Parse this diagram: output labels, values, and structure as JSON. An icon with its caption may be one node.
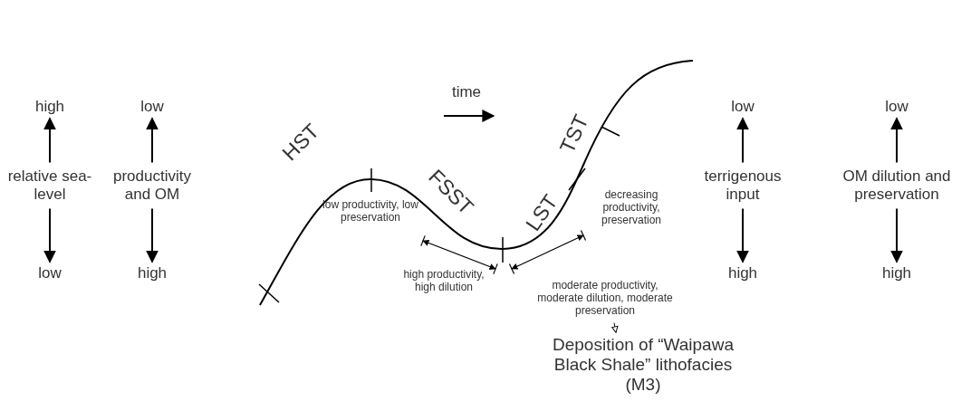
{
  "diagram": {
    "nodes": [
      {
        "text": [
          "high"
        ]
      },
      {
        "text": [
          "relative sea-level"
        ]
      },
      {
        "text": [
          "low"
        ]
      },
      {
        "text": [
          "low"
        ]
      },
      {
        "text": [
          "productivity and OM"
        ]
      },
      {
        "text": [
          "high"
        ]
      },
      {
        "text": [
          "low"
        ]
      },
      {
        "text": [
          "terrigenous input"
        ]
      },
      {
        "text": [
          "high"
        ]
      },
      {
        "text": [
          "low"
        ]
      },
      {
        "text": [
          "OM dilution and preservation"
        ]
      },
      {
        "text": [
          "high"
        ]
      },
      {
        "text": [
          "moderate productivity, moderate dilution, moderate preservation"
        ]
      },
      {
        "text": [
          "Deposition of “Waipawa Black Shale” lithofacies (M3)"
        ]
      }
    ],
    "edges": [
      {
        "from": 1,
        "to": 0,
        "arrow": "to"
      },
      {
        "from": 1,
        "to": 2,
        "arrow": "to"
      },
      {
        "from": 4,
        "to": 3,
        "arrow": "to"
      },
      {
        "from": 4,
        "to": 5,
        "arrow": "to"
      },
      {
        "from": 7,
        "to": 6,
        "arrow": "to"
      },
      {
        "from": 7,
        "to": 8,
        "arrow": "to"
      },
      {
        "from": 10,
        "to": 9,
        "arrow": "to"
      },
      {
        "from": 10,
        "to": 11,
        "arrow": "to"
      },
      {
        "from": 12,
        "to": 13,
        "arrow": "to"
      }
    ],
    "labels": [
      "time",
      "HST",
      "TST",
      "FSST",
      "LST",
      "low productivity, low preservation",
      "decreasing productivity, preservation",
      "high productivity, high dilution"
    ]
  }
}
